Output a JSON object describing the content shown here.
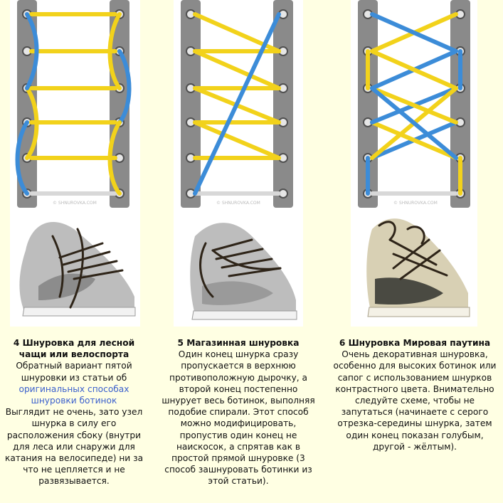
{
  "colors": {
    "page_background": "#FFFFE3",
    "panel_gray": "#8A8A8A",
    "lace_yellow": "#F2D21B",
    "lace_blue": "#3C8CD8",
    "lace_white": "#D8D8D8",
    "link": "#3A5FCD"
  },
  "columns": [
    {
      "diagram_icon": "lacing-diagram-straight-icon",
      "photo_icon": "gray-sneaker-photo-icon",
      "title": "4 Шнуровка для лесной чащи или велоспорта",
      "intro": "Обратный вариант пятой шнуровки из статьи об",
      "link_text": "оригинальных способах шнуровки ботинок",
      "body": "Выглядит не очень, зато узел шнурка в силу его расположения сбоку (внутри для леса или снаружи для катания на велосипеде) ни за что не цепляется и не развязывается."
    },
    {
      "diagram_icon": "lacing-diagram-store-icon",
      "photo_icon": "gray-sneaker-photo-icon",
      "title": "5 Магазинная шнуровка",
      "body": "Один конец шнурка сразу пропускается в верхнюю противоположную дырочку, а второй конец постепенно шнурует весь ботинок, выполняя подобие спирали. Этот способ можно модифицировать, пропустив один конец не наискосок, а спрятав как в простой прямой шнуровке (3 способ зашнуровать ботинки из этой статьи)."
    },
    {
      "diagram_icon": "lacing-diagram-web-icon",
      "photo_icon": "beige-sneaker-photo-icon",
      "title": "6 Шнуровка Мировая паутина",
      "body": "Очень декоративная шнуровка, особенно для высоких ботинок или сапог с использованием шнурков контрастного цвета. Внимательно следуйте схеме, чтобы не запутаться (начинаете с серого отрезка-середины шнурка, затем один конец показан голубым, другой - жёлтым)."
    }
  ]
}
